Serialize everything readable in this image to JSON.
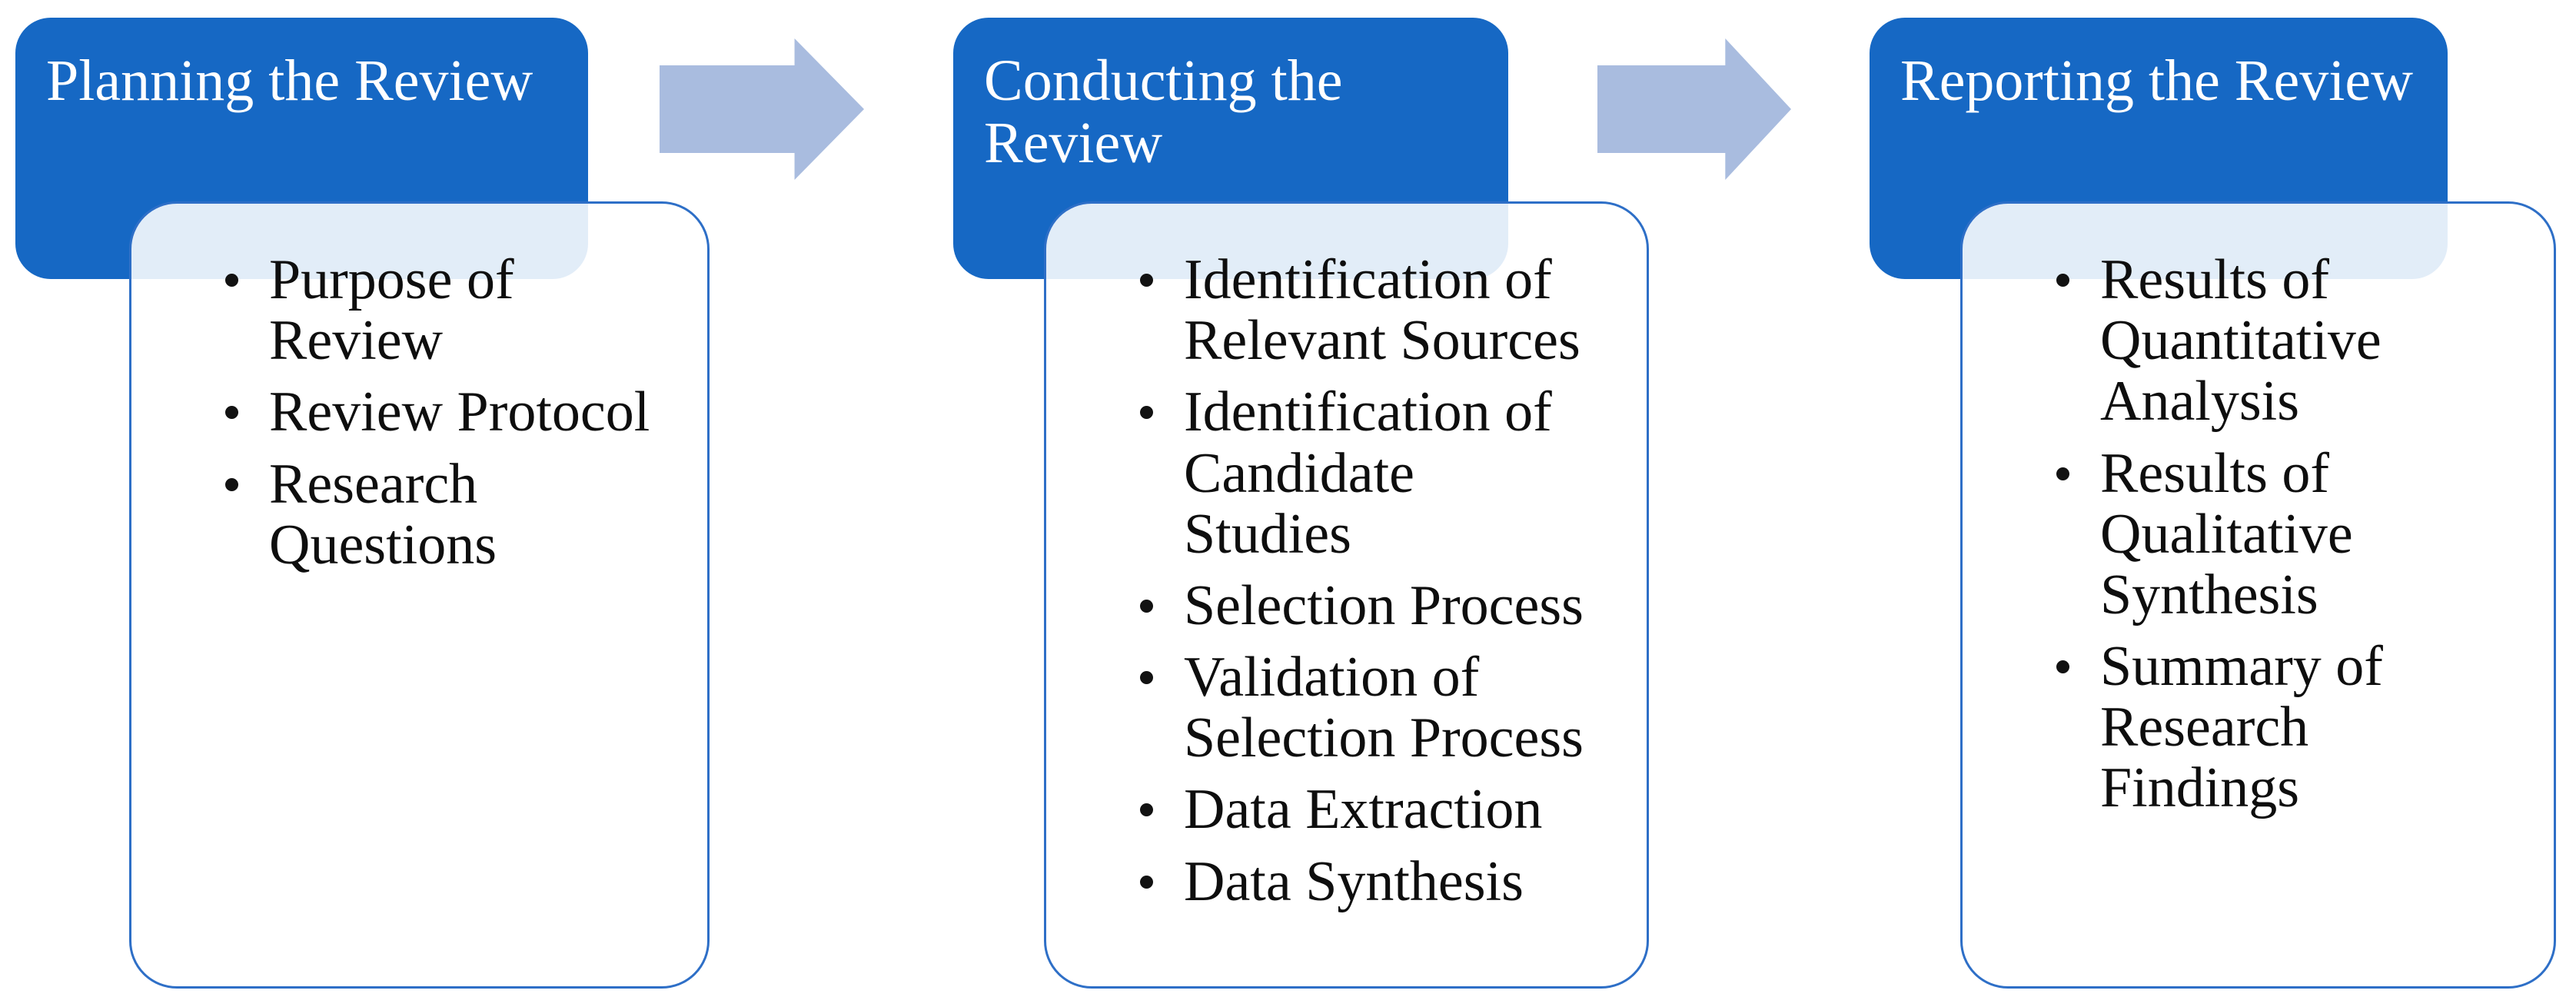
{
  "diagram": {
    "type": "process-flow",
    "direction": "left-to-right",
    "phases": [
      {
        "title": "Planning the Review",
        "items": [
          "Purpose of Review",
          "Review Protocol",
          "Research Questions"
        ]
      },
      {
        "title": "Conducting the Review",
        "items": [
          "Identification of Relevant Sources",
          "Identification of Candidate Studies",
          "Selection Process",
          "Validation of Selection Process",
          "Data Extraction",
          "Data Synthesis"
        ]
      },
      {
        "title": "Reporting the Review",
        "items": [
          "Results of Quantitative Analysis",
          "Results of Qualitative Synthesis",
          "Summary of Research Findings"
        ]
      }
    ],
    "arrows": [
      {
        "icon": "right-arrow-icon",
        "from": "Planning the Review",
        "to": "Conducting the Review"
      },
      {
        "icon": "right-arrow-icon",
        "from": "Conducting the Review",
        "to": "Reporting the Review"
      }
    ],
    "colors": {
      "header_blue": "#1668C4",
      "body_border": "#2E6FC7",
      "body_tint": "#E4EBF7",
      "arrow": "#A9BCDF",
      "title_text": "#FFFFFF",
      "bullet_text": "#0E0E0E",
      "background": "#FFFFFF"
    }
  }
}
